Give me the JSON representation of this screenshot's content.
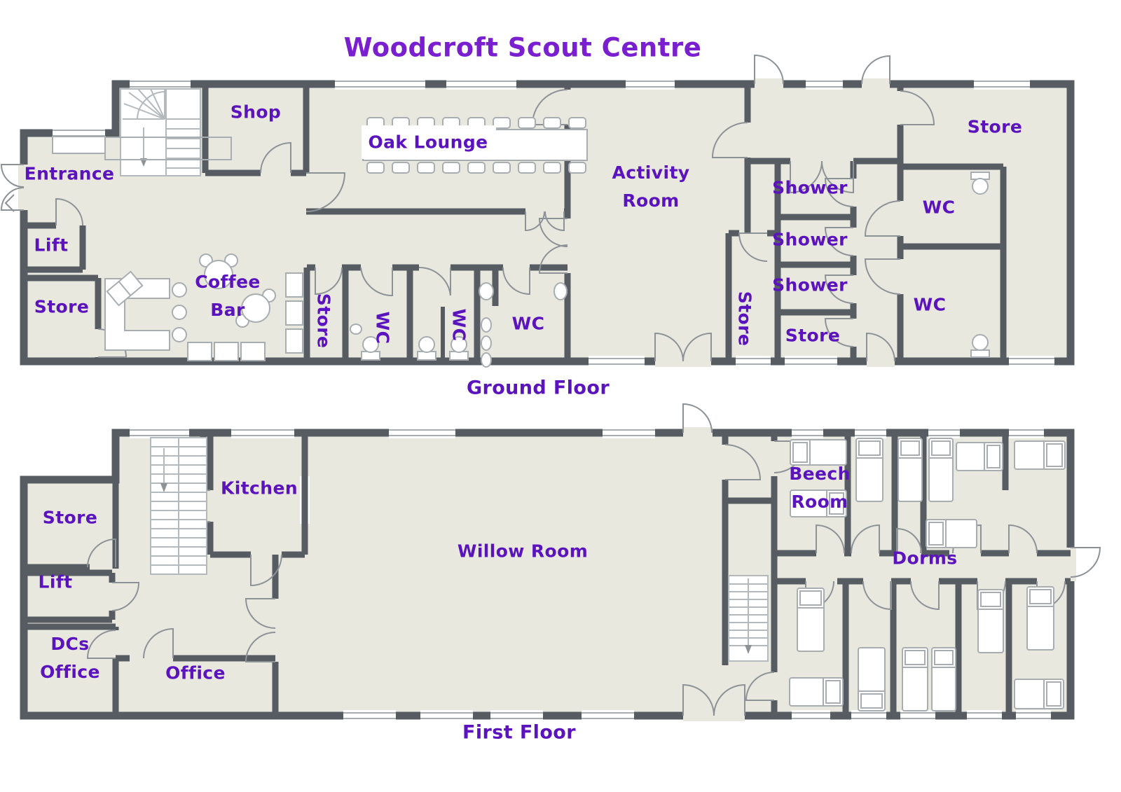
{
  "title": "Woodcroft Scout Centre",
  "colors": {
    "wall": "#575c63",
    "floor": "#e8e8df",
    "label": "#5a13bd",
    "title": "#7a1fd0"
  },
  "ground_floor": {
    "caption": "Ground Floor",
    "rooms": {
      "entrance": "Entrance",
      "shop": "Shop",
      "oak_lounge": "Oak Lounge",
      "activity_room": "Activity Room",
      "lift": "Lift",
      "store_left": "Store",
      "coffee_bar": "Coffee Bar",
      "store_corridor": "Store",
      "wc_1": "WC",
      "wc_2": "WC",
      "wc_3": "WC",
      "store_mid": "Store",
      "shower_1": "Shower",
      "shower_2": "Shower",
      "shower_3": "Shower",
      "store_shower": "Store",
      "store_top_right": "Store",
      "wc_right_upper": "WC",
      "wc_right_lower": "WC"
    }
  },
  "first_floor": {
    "caption": "First Floor",
    "rooms": {
      "store": "Store",
      "lift": "Lift",
      "dcs_office": "DCs Office",
      "office": "Office",
      "kitchen": "Kitchen",
      "willow_room": "Willow Room",
      "beech_room": "Beech Room",
      "dorms": "Dorms"
    }
  }
}
